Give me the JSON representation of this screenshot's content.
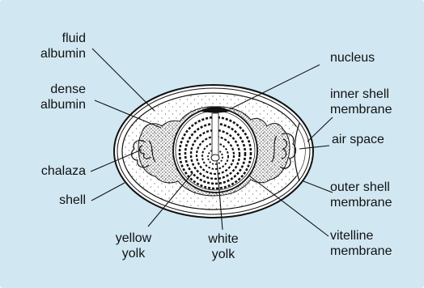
{
  "diagram": {
    "colors": {
      "background": "#d1e8f3",
      "egg_fill": "#ffffff",
      "ink": "#111111"
    },
    "labels": {
      "fluid_albumin": "fluid\nalbumin",
      "dense_albumin": "dense\nalbumin",
      "chalaza": "chalaza",
      "shell": "shell",
      "yellow_yolk": "yellow\nyolk",
      "white_yolk": "white\nyolk",
      "nucleus": "nucleus",
      "inner_shell_membrane": "inner shell\nmembrane",
      "air_space": "air space",
      "outer_shell_membrane": "outer shell\nmembrane",
      "vitelline_membrane": "vitelline\nmembrane"
    }
  }
}
